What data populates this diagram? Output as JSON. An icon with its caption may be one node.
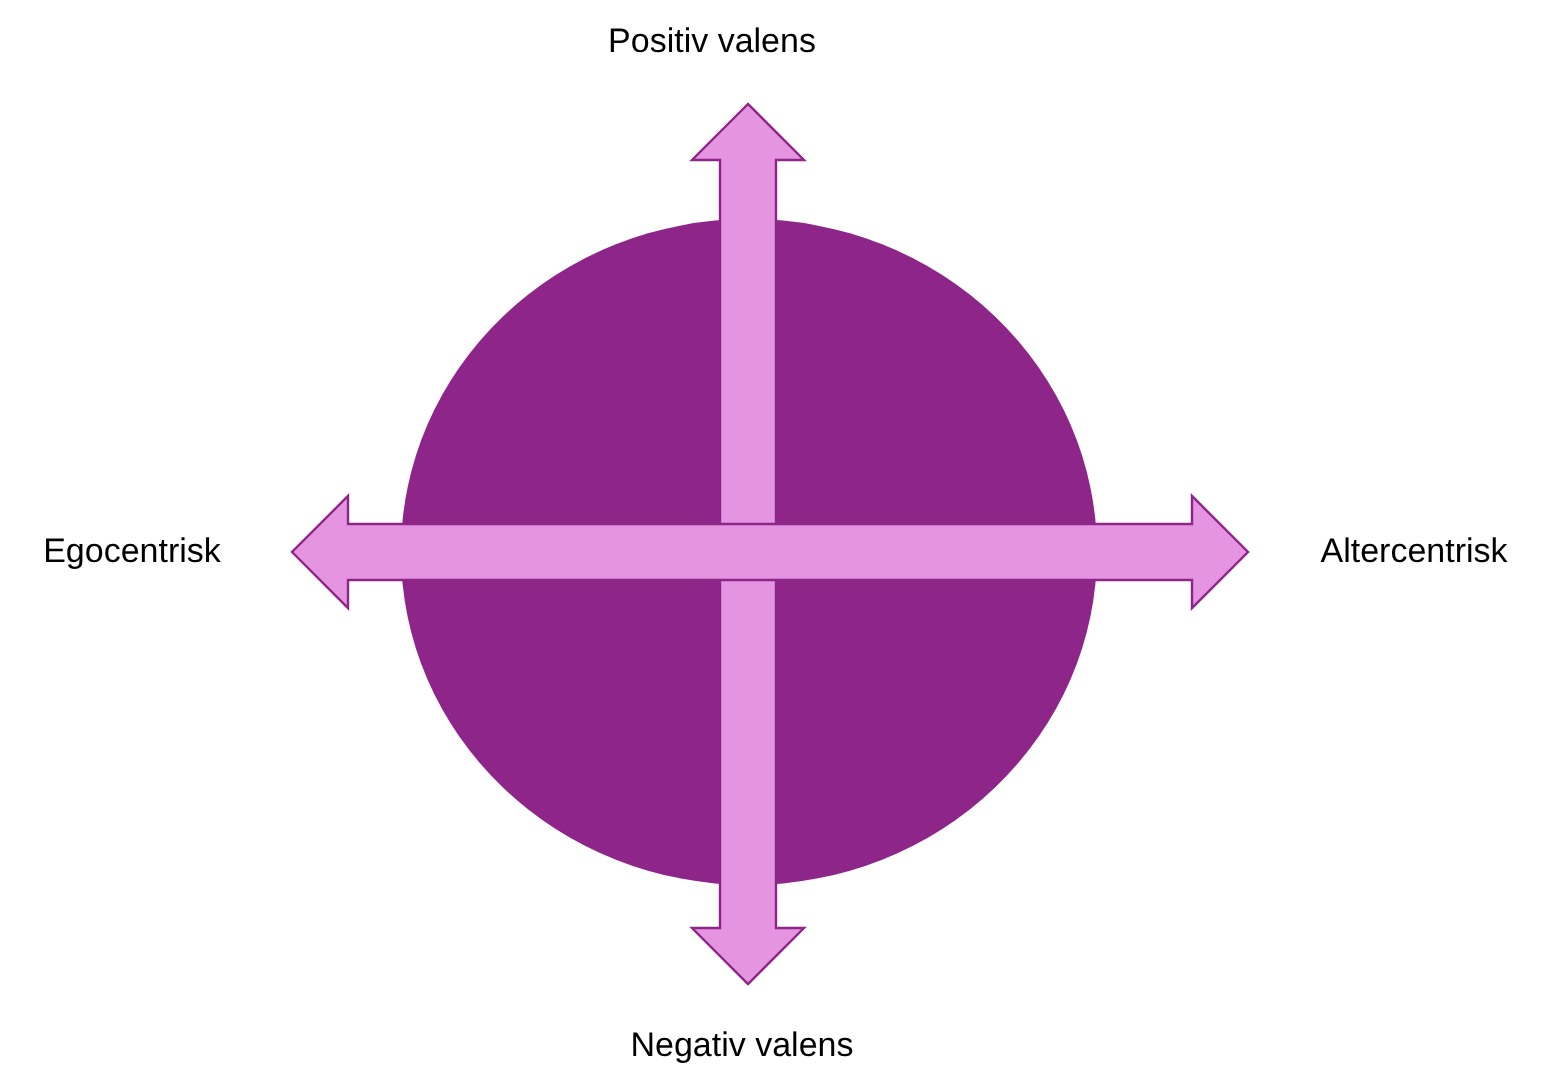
{
  "diagram": {
    "nodes": [
      {
        "text": [],
        "shape": "circle"
      },
      {
        "text": [
          "Positiv valens"
        ]
      },
      {
        "text": [
          "Negativ valens"
        ]
      },
      {
        "text": [
          "Egocentrisk"
        ]
      },
      {
        "text": [
          "Altercentrisk"
        ]
      }
    ],
    "edges": [
      {
        "from": 1,
        "to": 2,
        "arrow": "both",
        "style": "thick"
      },
      {
        "from": 3,
        "to": 4,
        "arrow": "both",
        "style": "thick"
      }
    ]
  }
}
